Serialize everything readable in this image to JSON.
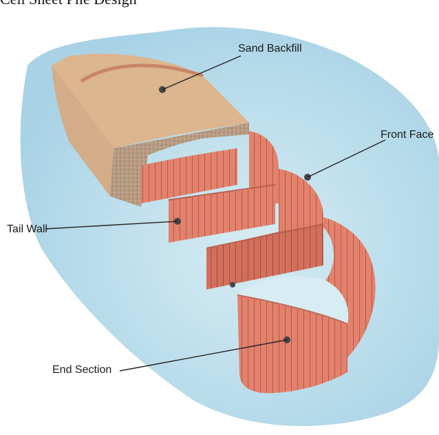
{
  "page": {
    "title": "Cell Sheet Pile Design"
  },
  "labels": {
    "sand_backfill": "Sand Backfill",
    "front_face": "Front Face",
    "tail_wall": "Tail Wall",
    "end_section": "End Section"
  },
  "colors": {
    "background_water": "#b9dced",
    "sand": "#d9b58c",
    "sheet_pile": "#e2806a",
    "sheet_pile_lines": "#b8584a",
    "leader": "#222222"
  }
}
